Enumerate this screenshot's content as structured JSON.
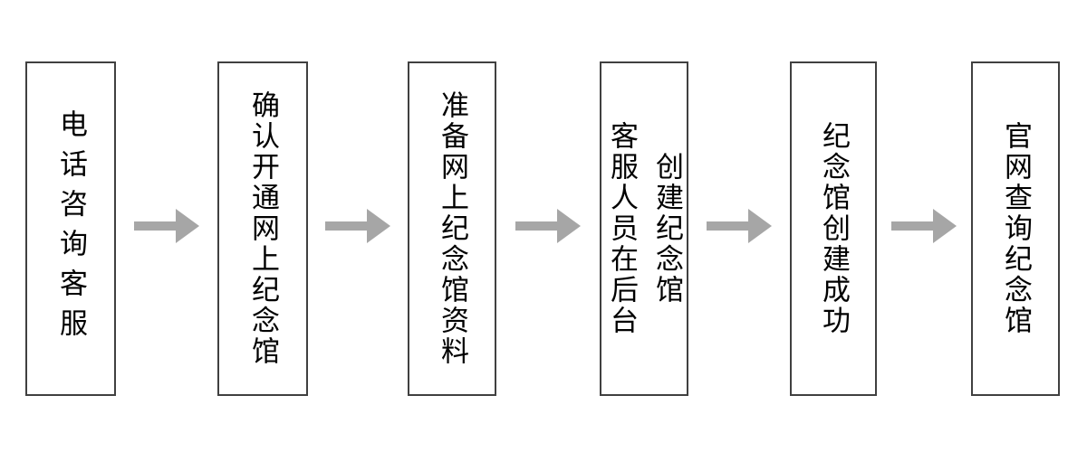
{
  "flowchart": {
    "background_color": "#ffffff",
    "box_border_color": "#404040",
    "text_color": "#000000",
    "arrow_color": "#a6a6a6",
    "arrow_icon": "arrow-right-icon",
    "steps": [
      {
        "lines": [
          "电话咨询客服"
        ]
      },
      {
        "lines": [
          "确认开通网上纪念馆"
        ]
      },
      {
        "lines": [
          "准备网上纪念馆资料"
        ]
      },
      {
        "lines": [
          "客服人员在后台",
          "创建纪念馆"
        ]
      },
      {
        "lines": [
          "纪念馆创建成功"
        ]
      },
      {
        "lines": [
          "官网查询纪念馆"
        ]
      }
    ]
  }
}
